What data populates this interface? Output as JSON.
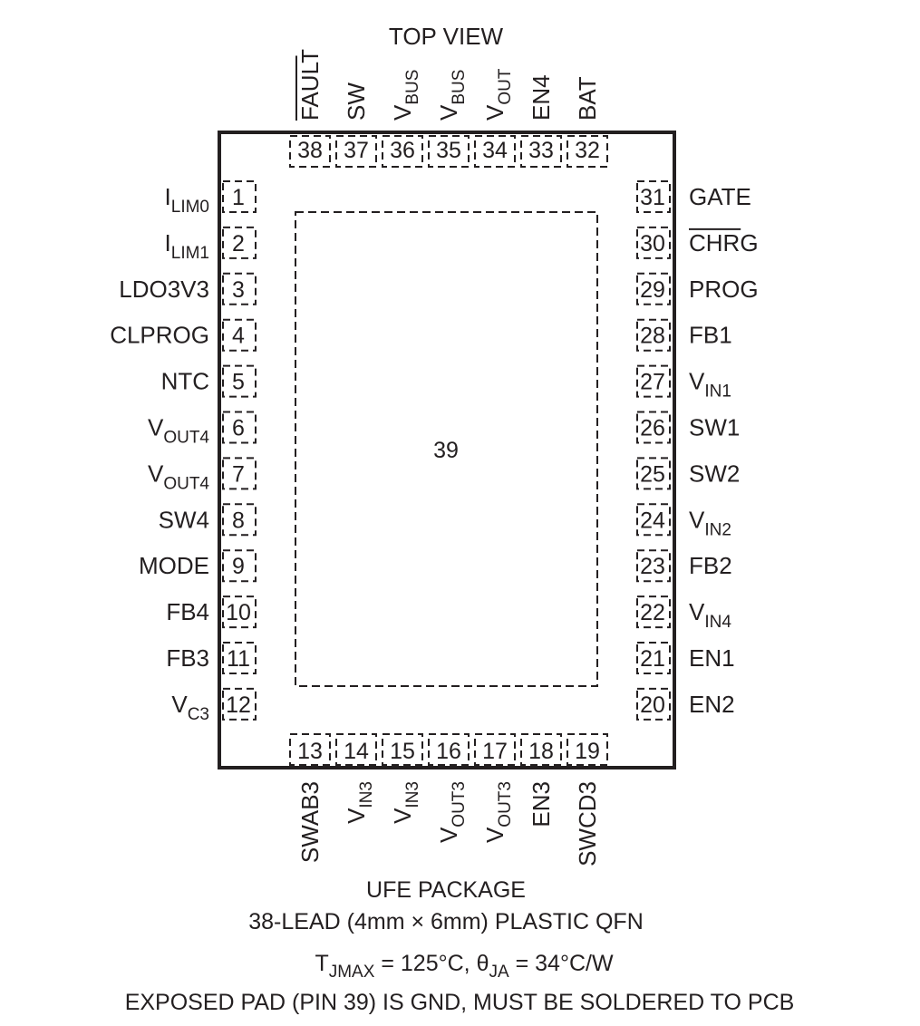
{
  "diagram": {
    "view_label": "TOP VIEW",
    "exposed_pad_number": "39",
    "pins_left": [
      {
        "num": "1",
        "name": "I",
        "sub": "LIM0",
        "bar": false
      },
      {
        "num": "2",
        "name": "I",
        "sub": "LIM1",
        "bar": false
      },
      {
        "num": "3",
        "name": "LDO3V3",
        "sub": "",
        "bar": false
      },
      {
        "num": "4",
        "name": "CLPROG",
        "sub": "",
        "bar": false
      },
      {
        "num": "5",
        "name": "NTC",
        "sub": "",
        "bar": false
      },
      {
        "num": "6",
        "name": "V",
        "sub": "OUT4",
        "bar": false
      },
      {
        "num": "7",
        "name": "V",
        "sub": "OUT4",
        "bar": false
      },
      {
        "num": "8",
        "name": "SW4",
        "sub": "",
        "bar": false
      },
      {
        "num": "9",
        "name": "MODE",
        "sub": "",
        "bar": false
      },
      {
        "num": "10",
        "name": "FB4",
        "sub": "",
        "bar": false
      },
      {
        "num": "11",
        "name": "FB3",
        "sub": "",
        "bar": false
      },
      {
        "num": "12",
        "name": "V",
        "sub": "C3",
        "bar": false
      }
    ],
    "pins_right": [
      {
        "num": "31",
        "name": "GATE",
        "sub": "",
        "bar": false
      },
      {
        "num": "30",
        "name": "CHRG",
        "sub": "",
        "bar": true
      },
      {
        "num": "29",
        "name": "PROG",
        "sub": "",
        "bar": false
      },
      {
        "num": "28",
        "name": "FB1",
        "sub": "",
        "bar": false
      },
      {
        "num": "27",
        "name": "V",
        "sub": "IN1",
        "bar": false
      },
      {
        "num": "26",
        "name": "SW1",
        "sub": "",
        "bar": false
      },
      {
        "num": "25",
        "name": "SW2",
        "sub": "",
        "bar": false
      },
      {
        "num": "24",
        "name": "V",
        "sub": "IN2",
        "bar": false
      },
      {
        "num": "23",
        "name": "FB2",
        "sub": "",
        "bar": false
      },
      {
        "num": "22",
        "name": "V",
        "sub": "IN4",
        "bar": false
      },
      {
        "num": "21",
        "name": "EN1",
        "sub": "",
        "bar": false
      },
      {
        "num": "20",
        "name": "EN2",
        "sub": "",
        "bar": false
      }
    ],
    "pins_top": [
      {
        "num": "38",
        "name": "FAULT",
        "sub": "",
        "bar": true
      },
      {
        "num": "37",
        "name": "SW",
        "sub": "",
        "bar": false
      },
      {
        "num": "36",
        "name": "V",
        "sub": "BUS",
        "bar": false
      },
      {
        "num": "35",
        "name": "V",
        "sub": "BUS",
        "bar": false
      },
      {
        "num": "34",
        "name": "V",
        "sub": "OUT",
        "bar": false
      },
      {
        "num": "33",
        "name": "EN4",
        "sub": "",
        "bar": false
      },
      {
        "num": "32",
        "name": "BAT",
        "sub": "",
        "bar": false
      }
    ],
    "pins_bottom": [
      {
        "num": "13",
        "name": "SWAB3",
        "sub": "",
        "bar": false
      },
      {
        "num": "14",
        "name": "V",
        "sub": "IN3",
        "bar": false
      },
      {
        "num": "15",
        "name": "V",
        "sub": "IN3",
        "bar": false
      },
      {
        "num": "16",
        "name": "V",
        "sub": "OUT3",
        "bar": false
      },
      {
        "num": "17",
        "name": "V",
        "sub": "OUT3",
        "bar": false
      },
      {
        "num": "18",
        "name": "EN3",
        "sub": "",
        "bar": false
      },
      {
        "num": "19",
        "name": "SWCD3",
        "sub": "",
        "bar": false
      }
    ]
  },
  "caption": {
    "package_name": "UFE PACKAGE",
    "package_desc": "38-LEAD (4mm × 6mm) PLASTIC QFN",
    "thermal": {
      "t_main": "T",
      "t_sub": "JMAX",
      "t_value": " = 125°C, ",
      "theta_main": "θ",
      "theta_sub": "JA",
      "theta_value": " = 34°C/W"
    },
    "exposed_pad_note": "EXPOSED PAD (PIN 39) IS GND, MUST BE SOLDERED TO PCB"
  },
  "colors": {
    "ink": "#231f20",
    "background": "#ffffff"
  }
}
